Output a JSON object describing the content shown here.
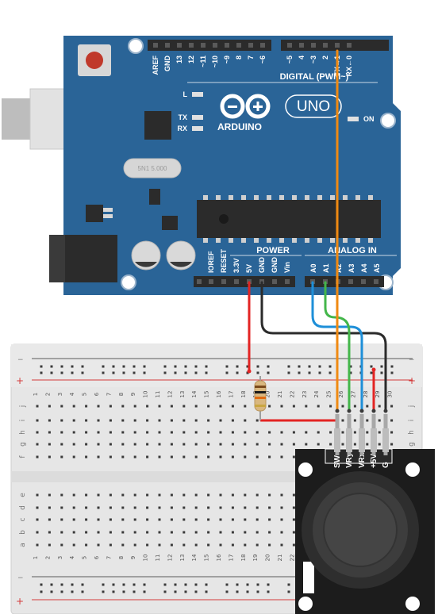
{
  "board": {
    "brand": "ARDUINO",
    "model": "UNO",
    "on_label": "ON",
    "led_l": "L",
    "led_tx": "TX",
    "led_rx": "RX",
    "digital_label": "DIGITAL (PWM~)",
    "power_label": "POWER",
    "analog_label": "ANALOG IN",
    "crystal_label": "5N1 5.000",
    "digital_pins": [
      "AREF",
      "GND",
      "13",
      "12",
      "~11",
      "~10",
      "~9",
      "8",
      "7",
      "~6",
      "~5",
      "4",
      "~3",
      "2",
      "TX→1",
      "RX←0"
    ],
    "power_pins": [
      "IOREF",
      "RESET",
      "3.3V",
      "5V",
      "GND",
      "GND",
      "Vin"
    ],
    "analog_pins": [
      "A0",
      "A1",
      "A2",
      "A3",
      "A4",
      "A5"
    ]
  },
  "breadboard": {
    "column_numbers": [
      "1",
      "2",
      "3",
      "4",
      "5",
      "6",
      "7",
      "8",
      "9",
      "10",
      "11",
      "12",
      "13",
      "14",
      "15",
      "16",
      "17",
      "18",
      "19",
      "20",
      "21",
      "22",
      "23",
      "24",
      "25",
      "26",
      "27",
      "28",
      "29",
      "30"
    ],
    "top_rows": [
      "j",
      "i",
      "h",
      "g",
      "f"
    ],
    "bottom_rows": [
      "e",
      "d",
      "c",
      "b",
      "a"
    ],
    "rail_plus": "+",
    "rail_minus": "−"
  },
  "joystick": {
    "pin_labels": [
      "G",
      "+5V",
      "VRx",
      "VRy",
      "SW"
    ]
  },
  "colors": {
    "board": "#2a6497",
    "wire_5v": "#e32423",
    "wire_gnd": "#2b2b2b",
    "wire_a0": "#1e8fd8",
    "wire_a1": "#43b64a",
    "wire_d2": "#f08a12"
  }
}
